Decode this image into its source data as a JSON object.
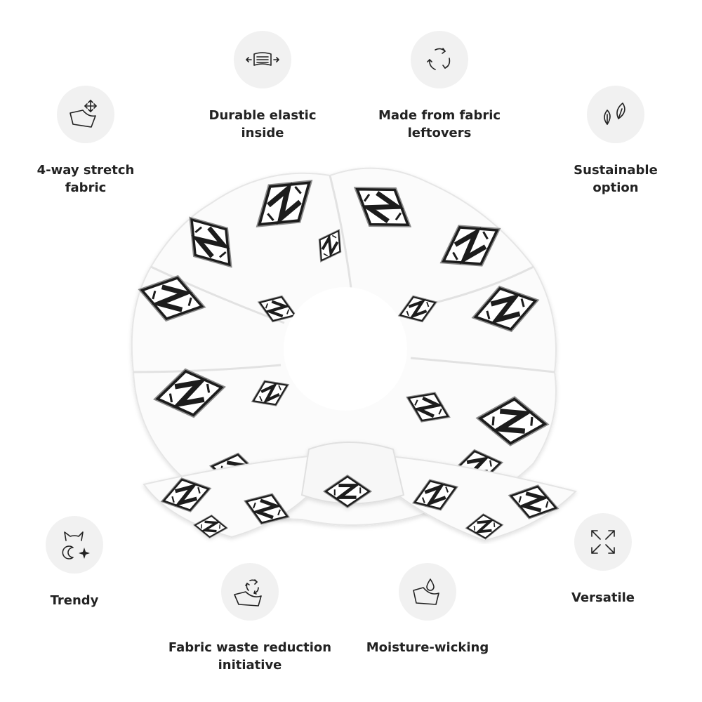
{
  "features": [
    {
      "label": "4-way stretch\nfabric",
      "icon": "stretch-arrows-icon"
    },
    {
      "label": "Durable elastic\ninside",
      "icon": "elastic-band-icon"
    },
    {
      "label": "Made from fabric\nleftovers",
      "icon": "recycle-icon"
    },
    {
      "label": "Sustainable\noption",
      "icon": "leaves-icon"
    },
    {
      "label": "Trendy",
      "icon": "trendy-cat-sparkle-icon"
    },
    {
      "label": "Fabric waste reduction\ninitiative",
      "icon": "fabric-recycle-icon"
    },
    {
      "label": "Moisture-wicking",
      "icon": "water-drop-fabric-icon"
    },
    {
      "label": "Versatile",
      "icon": "expand-arrows-icon"
    }
  ],
  "colors": {
    "icon_bg": "#f1f1f1",
    "text": "#222222",
    "pattern": "#1e1e1e"
  }
}
